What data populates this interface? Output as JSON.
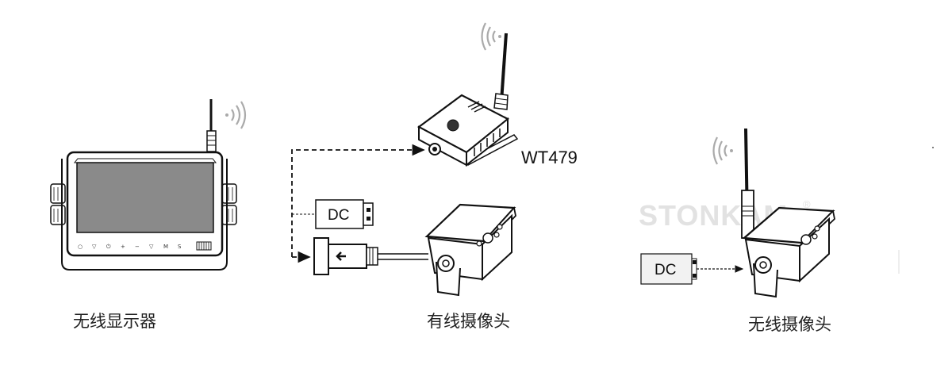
{
  "labels": {
    "wireless_display": "无线显示器",
    "wired_camera": "有线摄像头",
    "wireless_camera": "无线摄像头",
    "transmitter_model": "WT479"
  },
  "dc_labels": {
    "wired": "DC",
    "wireless": "DC"
  },
  "watermark": {
    "brand": "STONKAM",
    "registered": "®"
  },
  "monitor_buttons": [
    "○",
    "▽",
    "⏻",
    "+",
    "−",
    "▽",
    "M",
    "S"
  ],
  "icons": {
    "monitor": "monitor-icon",
    "transmitter": "wireless-transmitter-icon",
    "wired_camera": "wired-camera-icon",
    "wireless_camera": "wireless-camera-icon",
    "signal": "wifi-signal-icon",
    "connector": "cable-connector-icon"
  },
  "colors": {
    "line": "#111111",
    "screen": "#8a8a8a",
    "watermark": "#e2e2e2",
    "dc_fill": "#f2f2f2"
  }
}
